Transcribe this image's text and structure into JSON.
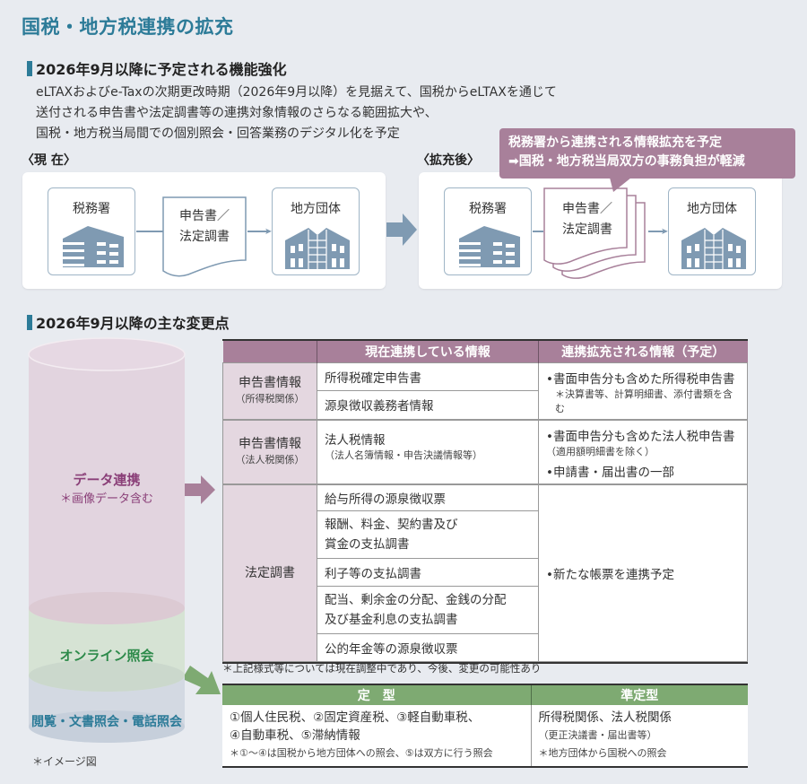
{
  "title": "国税・地方税連携の拡充",
  "section1": {
    "heading": "2026年9月以降に予定される機能強化",
    "intro_lines": [
      "eLTAXおよびe-Taxの次期更改時期（2026年9月以降）を見据えて、国税からeLTAXを通じて",
      "送付される申告書や法定調書等の連携対象情報のさらなる範囲拡大や、",
      "国税・地方税当局間での個別照会・回答業務のデジタル化を予定"
    ]
  },
  "diagram": {
    "current": {
      "label": "〈現 在〉",
      "source": "税務署",
      "doc_line1": "申告書／",
      "doc_line2": "法定調書",
      "target": "地方団体"
    },
    "expanded": {
      "label": "〈拡充後〉",
      "source": "税務署",
      "doc_line1": "申告書／",
      "doc_line2": "法定調書",
      "target": "地方団体"
    },
    "callout_line1": "税務署から連携される情報拡充を予定",
    "callout_line2": "➡国税・地方税当局双方の事務負担が軽減"
  },
  "section2": {
    "heading": "2026年9月以降の主な変更点",
    "cylinder": {
      "top_title": "データ連携",
      "top_note": "＊画像データ含む",
      "middle_title": "オンライン照会",
      "bottom_title": "閲覧・文書照会・電話照会",
      "footnote": "＊イメージ図"
    },
    "table": {
      "headers": [
        "",
        "現在連携している情報",
        "連携拡充される情報（予定）"
      ],
      "groups": [
        {
          "category": "申告書情報",
          "category_sub": "（所得税関係）",
          "current": [
            "所得税確定申告書",
            "源泉徴収義務者情報"
          ],
          "planned_main": "•書面申告分も含めた所得税申告書",
          "planned_note": "＊決算書等、計算明細書、添付書類を含む"
        },
        {
          "category": "申告書情報",
          "category_sub": "（法人税関係）",
          "current_main": "法人税情報",
          "current_sub": "（法人名簿情報・申告決議情報等）",
          "planned_main": "•書面申告分も含めた法人税申告書",
          "planned_note": "（適用額明細書を除く）",
          "planned_main2": "•申請書・届出書の一部"
        },
        {
          "category": "法定調書",
          "current": [
            "給与所得の源泉徴収票",
            "報酬、料金、契約書及び\n賞金の支払調書",
            "利子等の支払調書",
            "配当、剰余金の分配、金銭の分配\n及び基金利息の支払調書",
            "公的年金等の源泉徴収票"
          ],
          "planned_main": "•新たな帳票を連携予定"
        }
      ],
      "footnote": "＊上記様式等については現在調整中であり、今後、変更の可能性あり"
    },
    "inquiry_table": {
      "headers": [
        "定　型",
        "準定型"
      ],
      "left_line1": "①個人住民税、②固定資産税、③軽自動車税、",
      "left_line2": "④自動車税、⑤滞納情報",
      "left_note": "＊①～④は国税から地方団体への照会、⑤は双方に行う照会",
      "right_line1": "所得税関係、法人税関係",
      "right_line2": "（更正決議書・届出書等）",
      "right_note": "＊地方団体から国税への照会"
    }
  },
  "colors": {
    "title_blue": "#2c7b98",
    "mauve": "#a8809a",
    "mauve_light": "#e4d7e0",
    "green": "#7eaa72",
    "building_blue": "#7f9ab2",
    "background": "#e8ebf0"
  }
}
